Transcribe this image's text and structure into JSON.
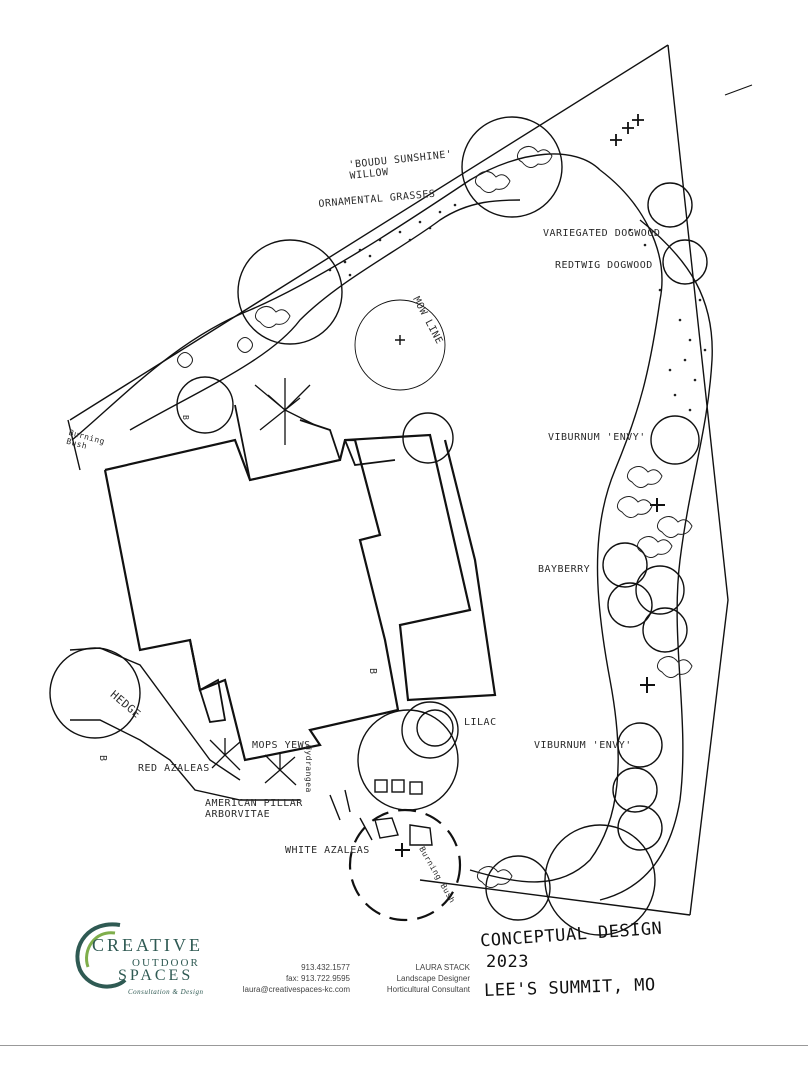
{
  "labels": {
    "willow": "'BOUDU SUNSHINE' WILLOW",
    "grasses": "ORNAMENTAL GRASSES",
    "variegated_dogwood": "VARIEGATED DOGWOOD",
    "redtwig_dogwood": "REDTWIG DOGWOOD",
    "mow_line": "MOW LINE",
    "viburnum_1": "VIBURNUM 'ENVY'",
    "bayberry": "BAYBERRY",
    "viburnum_2": "VIBURNUM 'ENVY'",
    "lilac": "LILAC",
    "hedge": "HEDGE",
    "red_azaleas": "RED AZALEAS",
    "mops_yews": "MOPS YEWS",
    "arborvitae": "AMERICAN PILLAR ARBORVITAE",
    "white_azaleas": "WHITE AZALEAS",
    "burning_bush_left": "Burning Bush",
    "burning_bush_right": "Burning Bush",
    "hydrangea": "Hydrangea",
    "marker_b1": "B",
    "marker_b2": "B",
    "marker_b3": "B"
  },
  "title_block": {
    "line1": "CONCEPTUAL DESIGN",
    "line2": "2023",
    "line3": "LEE'S SUMMIT, MO"
  },
  "logo": {
    "word1": "CREATIVE",
    "word2": "OUTDOOR",
    "word3": "SPACES",
    "tagline": "Consultation & Design",
    "color": "#2f5a53"
  },
  "contact": {
    "phone": "913.432.1577",
    "fax": "fax: 913.722.9595",
    "email": "laura@creativespaces-kc.com",
    "name": "LAURA STACK",
    "role1": "Landscape Designer",
    "role2": "Horticultural Consultant"
  }
}
